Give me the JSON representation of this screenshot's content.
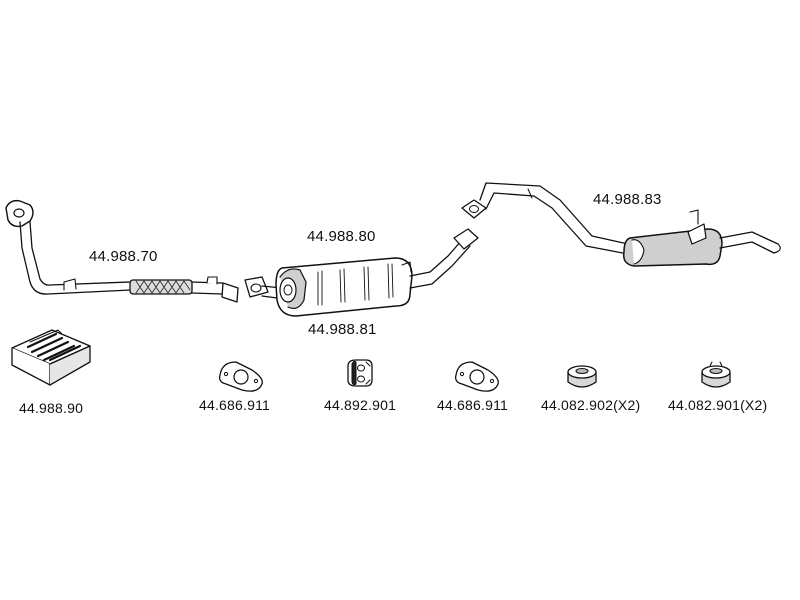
{
  "parts": {
    "front_pipe": "44.988.70",
    "center_box": "44.988.80",
    "center_pipe": "44.988.81",
    "rear_silencer": "44.988.83",
    "fitting_kit": "44.988.90",
    "gasket_1": "44.686.911",
    "hanger": "44.892.901",
    "gasket_2": "44.686.911",
    "rubber_ring_1": "44.082.902(X2)",
    "rubber_ring_2": "44.082.901(X2)"
  }
}
